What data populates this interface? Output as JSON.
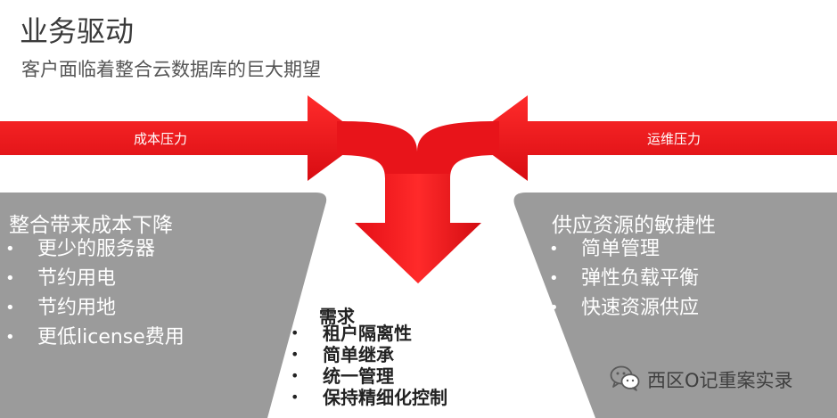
{
  "title": "业务驱动",
  "subtitle": "客户面临着整合云数据库的巨大期望",
  "arrows": {
    "left_label": "成本压力",
    "right_label": "运维压力",
    "color": "#e8141a"
  },
  "left_panel": {
    "title": "整合带来成本下降",
    "items": [
      "更少的服务器",
      "节约用电",
      "节约用地",
      "更低license费用"
    ]
  },
  "right_panel": {
    "title": "供应资源的敏捷性",
    "items": [
      "简单管理",
      "弹性负载平衡",
      "快速资源供应"
    ]
  },
  "center": {
    "heading": "需求",
    "items": [
      "租户隔离性",
      "简单继承",
      "统一管理",
      "保持精细化控制"
    ]
  },
  "bullet_glyph": "•",
  "watermark": {
    "text": "西区O记重案实录",
    "icon": "wechat-icon"
  },
  "colors": {
    "panel": "#9b9b9b",
    "arrow": "#e8141a",
    "title_text": "#3a3a3a"
  }
}
